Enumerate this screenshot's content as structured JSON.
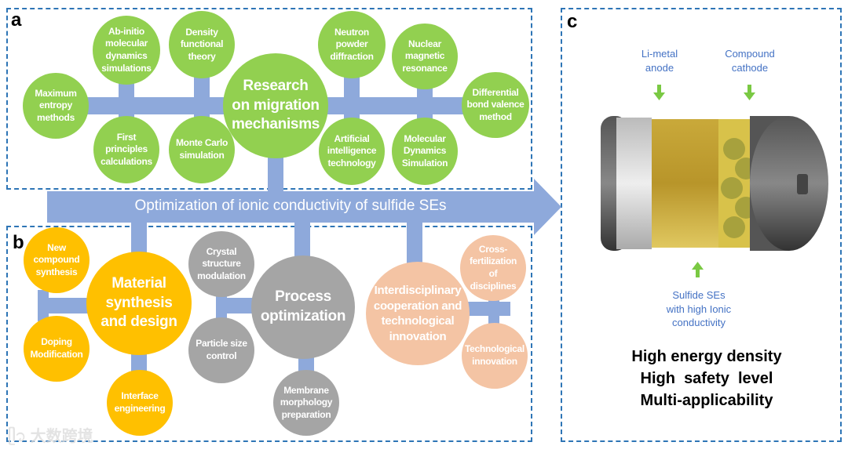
{
  "panels": {
    "a": "a",
    "b": "b",
    "c": "c"
  },
  "main_arrow": {
    "label": "Optimization of ionic conductivity of sulfide SEs",
    "color": "#8EA9DB"
  },
  "panel_a": {
    "center": "Research\non migration\nmechanisms",
    "nodes": [
      "Maximum\nentropy\nmethods",
      "Ab-initio\nmolecular\ndynamics\nsimulations",
      "Density\nfunctional\ntheory",
      "First\nprinciples\ncalculations",
      "Monte Carlo\nsimulation",
      "Neutron\npowder\ndiffraction",
      "Nuclear\nmagnetic\nresonance",
      "Differential\nbond valence\nmethod",
      "Artificial\nintelligence\ntechnology",
      "Molecular\nDynamics\nSimulation"
    ],
    "color": "#92D050"
  },
  "panel_b": {
    "material": {
      "title": "Material\nsynthesis\nand design",
      "nodes": [
        "New\ncompound\nsynthesis",
        "Doping\nModification",
        "Interface\nengineering"
      ],
      "color": "#FFC000"
    },
    "process": {
      "title": "Process\noptimization",
      "nodes": [
        "Crystal\nstructure\nmodulation",
        "Particle size\ncontrol",
        "Membrane\nmorphology\npreparation"
      ],
      "color": "#A5A5A5"
    },
    "inter": {
      "title": "Interdisciplinary\ncooperation and\ntechnological\ninnovation",
      "nodes": [
        "Cross-\nfertilization\nof\ndisciplines",
        "Technological\ninnovation"
      ],
      "color": "#F4C4A4"
    }
  },
  "panel_c": {
    "anode": "Li-metal\nanode",
    "cathode": "Compound\ncathode",
    "electrolyte": "Sulfide SEs\nwith high Ionic\nconductivity",
    "benefits": [
      "High energy density",
      "High  safety  level",
      "Multi-applicability"
    ],
    "text_color": "#4472C4",
    "arrow_color": "#7AC943"
  },
  "watermark": "大数跨境"
}
